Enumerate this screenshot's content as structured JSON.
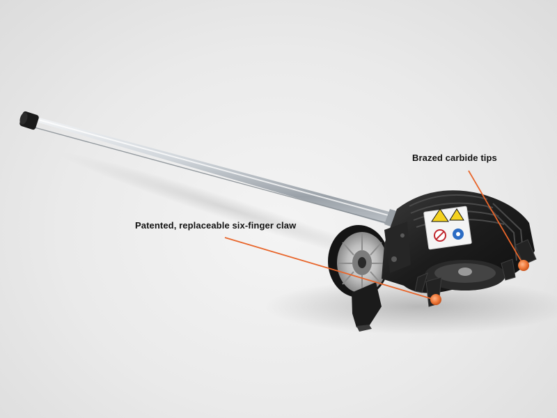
{
  "callouts": {
    "carbide_tips": "Brazed carbide tips",
    "claw": "Patented, replaceable six-finger claw"
  },
  "product": {
    "depicted": "edger attachment",
    "parts": [
      "shaft-icon",
      "guide-wheel-icon",
      "blade-housing-icon",
      "warning-decal-icon",
      "end-cap-icon"
    ]
  },
  "colors": {
    "background": "#ebebeb",
    "callout_line": "#e8652a",
    "callout_dot": "#f07a3a",
    "housing": "#1f1f1f",
    "shaft": "#c9ced4",
    "label_text": "#111111",
    "decal_yellow": "#f4d21f"
  }
}
